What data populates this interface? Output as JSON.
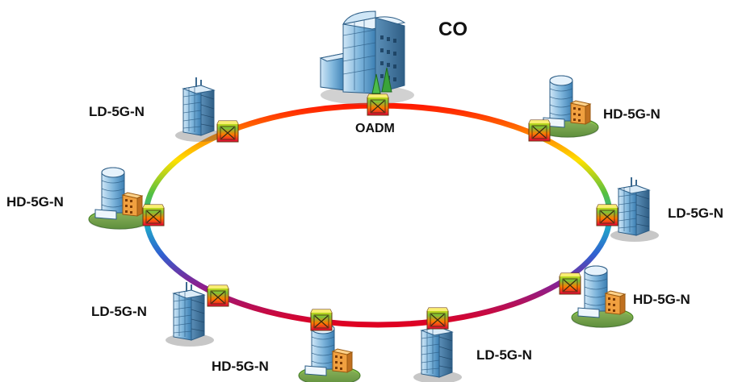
{
  "central_office": {
    "label": "CO",
    "oadm_label": "OADM"
  },
  "nodes": [
    {
      "label": "LD-5G-N",
      "kind": "ld"
    },
    {
      "label": "HD-5G-N",
      "kind": "hd"
    },
    {
      "label": "HD-5G-N",
      "kind": "hd"
    },
    {
      "label": "LD-5G-N",
      "kind": "ld"
    },
    {
      "label": "LD-5G-N",
      "kind": "ld"
    },
    {
      "label": "HD-5G-N",
      "kind": "hd"
    },
    {
      "label": "HD-5G-N",
      "kind": "hd"
    },
    {
      "label": "LD-5G-N",
      "kind": "ld"
    }
  ],
  "colors": {
    "ring_top": "#ff2a00",
    "ring_mid": "#ffe000",
    "ring_side": "#2fb04a",
    "ring_low": "#1fa0e0",
    "ring_bottom": "#8a1a8a",
    "ring_base": "#e00030"
  }
}
